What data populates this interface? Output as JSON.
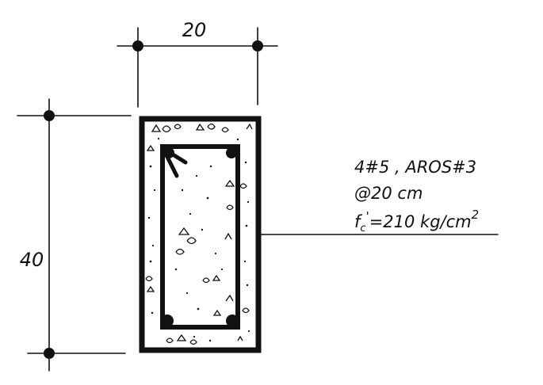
{
  "colors": {
    "ink": "#111111",
    "paper": "#ffffff"
  },
  "dimensions": {
    "width_label": "20",
    "height_label": "40"
  },
  "note": {
    "reinforcement": "4#5 , AROS#3",
    "spacing": "@20 cm",
    "strength_symbol": "f",
    "strength_subscript": "c",
    "strength_prime": "'",
    "strength_value": "=210 kg/cm",
    "strength_exponent": "2"
  }
}
